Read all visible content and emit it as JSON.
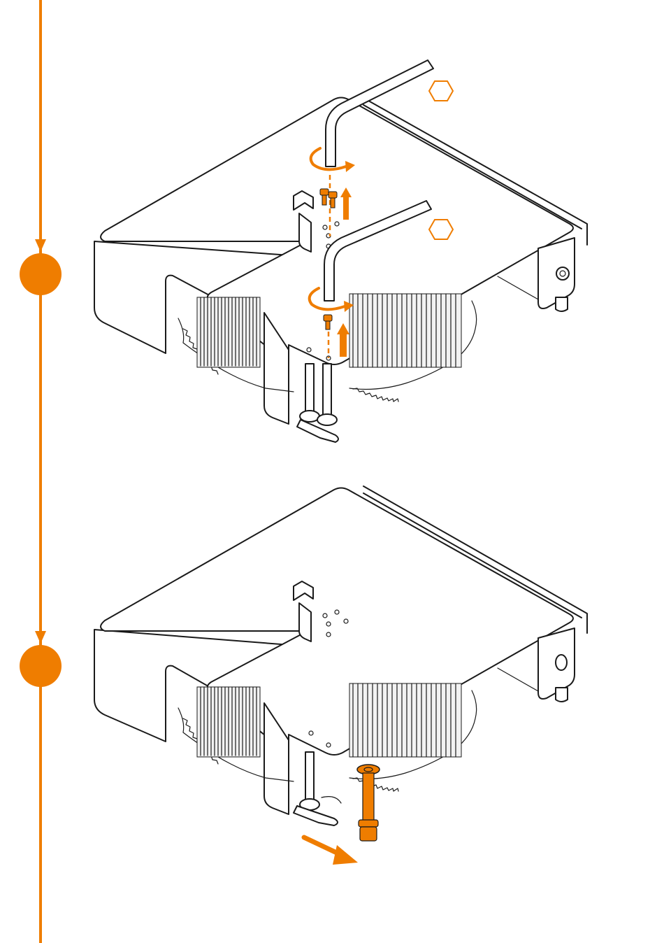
{
  "colors": {
    "accent": "#ef7d00",
    "line": "#1a1a1a",
    "background": "#ffffff"
  },
  "timeline": {
    "steps": [
      {
        "id": "step-1"
      },
      {
        "id": "step-2"
      }
    ]
  },
  "panels": [
    {
      "id": "remove-screws",
      "tools": [
        "hex-key",
        "hex-key"
      ],
      "icons": [
        "hex-tool-icon",
        "hex-tool-icon"
      ],
      "actions": [
        "rotate-counterclockwise",
        "lift-up",
        "rotate-counterclockwise",
        "lift-up"
      ],
      "parts": [
        "screw",
        "screw",
        "screw"
      ]
    },
    {
      "id": "remove-pin",
      "actions": [
        "pull-out"
      ],
      "parts": [
        "long-pin"
      ]
    }
  ]
}
